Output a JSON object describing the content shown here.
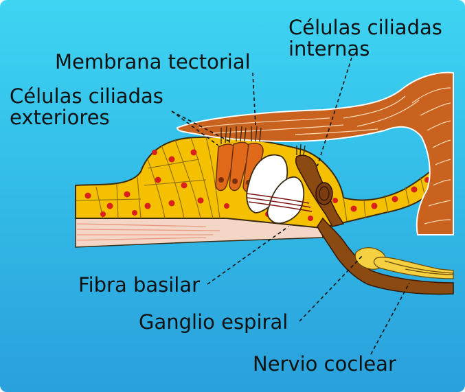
{
  "labels": {
    "inner_hair_cells": [
      "Células ciliadas",
      "internas"
    ],
    "tectorial_membrane": "Membrana tectorial",
    "outer_hair_cells": [
      "Células ciliadas",
      "exteriores"
    ],
    "basilar_fiber": "Fibra basilar",
    "spiral_ganglion": "Ganglio espiral",
    "cochlear_nerve": "Nervio coclear"
  },
  "colors": {
    "background_top": "#3fd4f2",
    "background_bottom": "#2aa0dc",
    "tissue_yellow": "#f5c000",
    "tectorial_orange": "#c8621e",
    "hair_cell_orange": "#e06a1a",
    "nerve_brown": "#8a4a12",
    "nuclei_red": "#d8201c",
    "pillar_white": "#ffffff"
  }
}
